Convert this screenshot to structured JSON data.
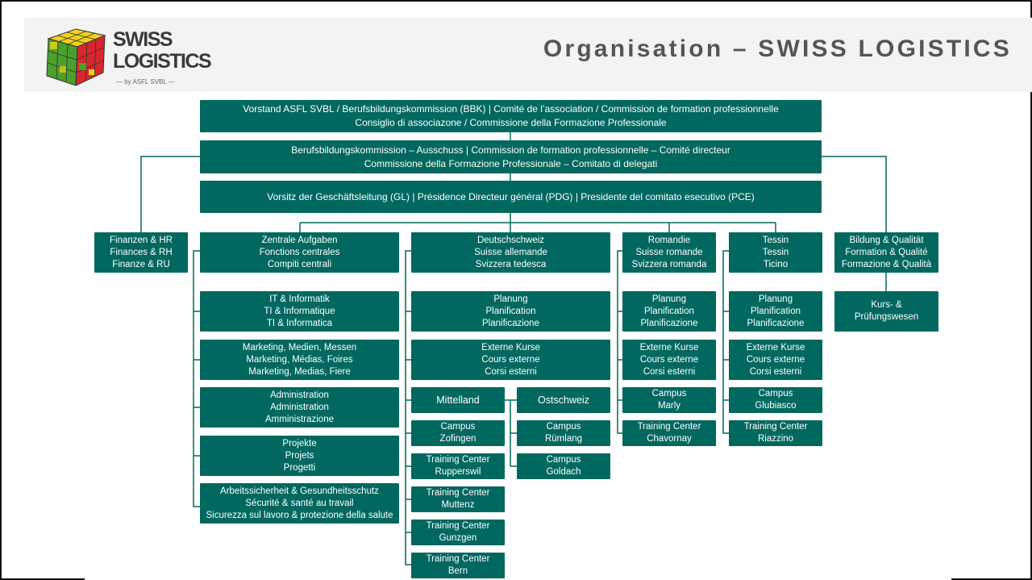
{
  "title": "Organisation – SWISS LOGISTICS",
  "logo": {
    "line1": "SWISS",
    "line2": "LOGISTICS",
    "sub": "— by ASFL SVBL —"
  },
  "colors": {
    "box": "#00685f",
    "line": "#00685f",
    "title": "#555555",
    "header_band": "#f3f3f3"
  },
  "board": [
    "Vorstand ASFL SVBL / Berufsbildungskommission (BBK) | Comité de l’association / Commission de formation professionnelle",
    "Consiglio di associazone / Commissione della Formazione Professionale"
  ],
  "committee": [
    "Berufsbildungskommission – Ausschuss | Commission de formation professionnelle – Comité directeur",
    "Commissione della Formazione Professionale – Comitato di delegati"
  ],
  "presidency": [
    "Vorsitz der Geschäftsleitung (GL) | Présidence Directeur général (PDG) | Presidente del comitato esecutivo (PCE)"
  ],
  "finance": [
    "Finanzen & HR",
    "Finances & RH",
    "Finanze & RU"
  ],
  "education": [
    "Bildung & Qualität",
    "Formation & Qualité",
    "Formazione & Qualità"
  ],
  "courses_exams": [
    "Kurs- &",
    "Prüfungswesen"
  ],
  "central": {
    "head": [
      "Zentrale Aufgaben",
      "Fonctions centrales",
      "Compiti centrali"
    ],
    "items": [
      [
        "IT & Informatik",
        "TI & Informatique",
        "TI & Informatica"
      ],
      [
        "Marketing, Medien, Messen",
        "Marketing, Médias, Foires",
        "Marketing, Medias, Fiere"
      ],
      [
        "Administration",
        "Administration",
        "Amministrazione"
      ],
      [
        "Projekte",
        "Projets",
        "Progetti"
      ],
      [
        "Arbeitssicherheit & Gesundheitsschutz",
        "Sécurité & santé au travail",
        "Sicurezza sul lavoro & protezione della salute"
      ]
    ]
  },
  "german": {
    "head": [
      "Deutschschweiz",
      "Suisse allemande",
      "Svizzera tedesca"
    ],
    "items": [
      [
        "Planung",
        "Planification",
        "Planificazione"
      ],
      [
        "Externe Kurse",
        "Cours externe",
        "Corsi esterni"
      ]
    ],
    "mittelland": [
      "Mittelland"
    ],
    "ostschweiz": [
      "Ostschweiz"
    ],
    "left_sites": [
      [
        "Campus",
        "Zofingen"
      ],
      [
        "Training Center",
        "Rupperswil"
      ],
      [
        "Training Center",
        "Muttenz"
      ],
      [
        "Training Center",
        "Gunzgen"
      ],
      [
        "Training Center",
        "Bern"
      ]
    ],
    "right_sites": [
      [
        "Campus",
        "Rümlang"
      ],
      [
        "Campus",
        "Goldach"
      ]
    ]
  },
  "romandie": {
    "head": [
      "Romandie",
      "Suisse romande",
      "Svizzera romanda"
    ],
    "items": [
      [
        "Planung",
        "Planification",
        "Planificazione"
      ],
      [
        "Externe Kurse",
        "Cours externe",
        "Corsi esterni"
      ],
      [
        "Campus",
        "Marly"
      ],
      [
        "Training Center",
        "Chavornay"
      ]
    ]
  },
  "ticino": {
    "head": [
      "Tessin",
      "Tessin",
      "Ticino"
    ],
    "items": [
      [
        "Planung",
        "Planification",
        "Planificazione"
      ],
      [
        "Externe Kurse",
        "Cours externe",
        "Corsi esterni"
      ],
      [
        "Campus",
        "Glubiasco"
      ],
      [
        "Training Center",
        "Riazzino"
      ]
    ]
  }
}
